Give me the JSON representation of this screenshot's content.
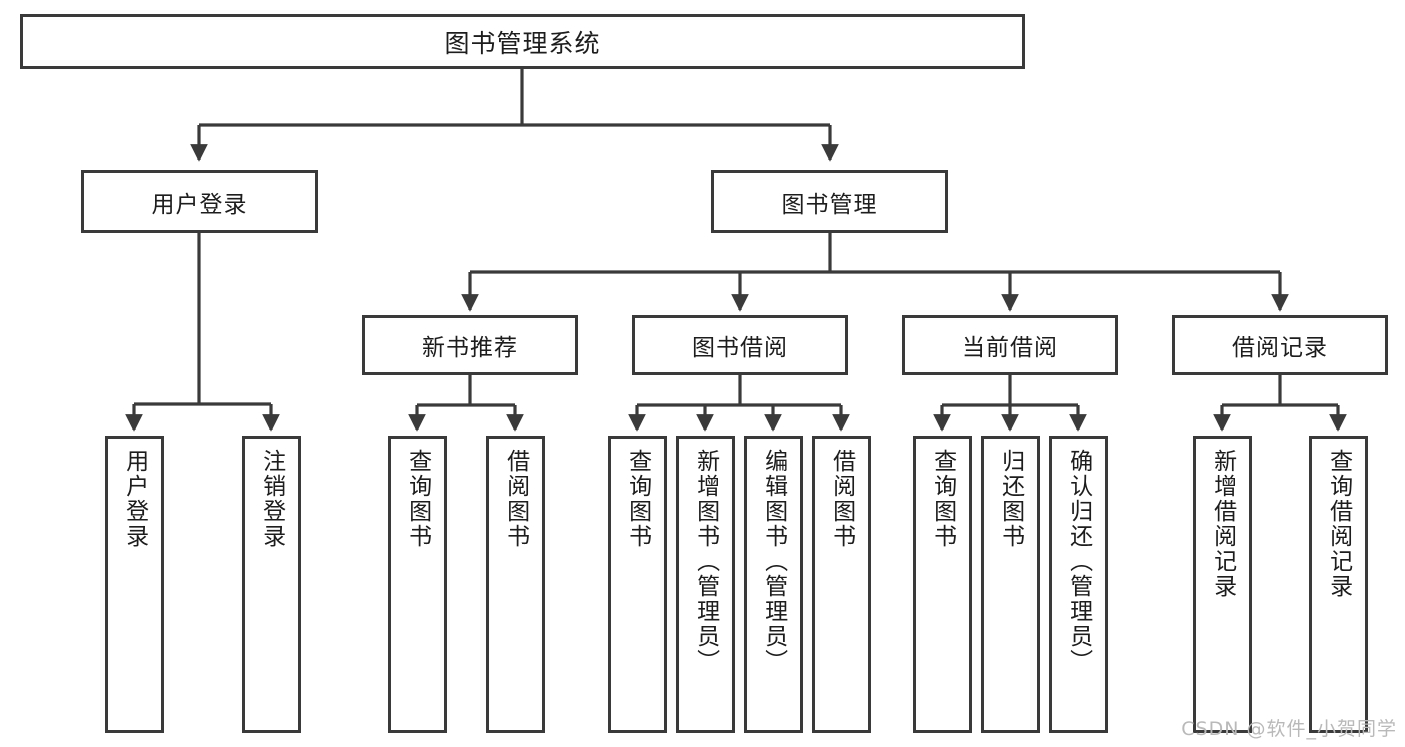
{
  "diagram": {
    "title": "图书管理系统",
    "type": "tree-hierarchy-diagram",
    "colors": {
      "stroke": "#3a3a3a",
      "fill": "#ffffff",
      "text": "#1d1d1d",
      "watermark": "#b9b9b9"
    }
  },
  "nodes": {
    "root": {
      "label": "图书管理系统"
    },
    "level2": [
      {
        "label": "用户登录"
      },
      {
        "label": "图书管理"
      }
    ],
    "level3": [
      {
        "label": "新书推荐"
      },
      {
        "label": "图书借阅"
      },
      {
        "label": "当前借阅"
      },
      {
        "label": "借阅记录"
      }
    ],
    "leaves": {
      "user_login": [
        {
          "label": "用户登录"
        },
        {
          "label": "注销登录"
        }
      ],
      "new_book_recommend": [
        {
          "label": "查询图书"
        },
        {
          "label": "借阅图书"
        }
      ],
      "book_borrow": [
        {
          "label": "查询图书"
        },
        {
          "label": "新增图书（管理员）"
        },
        {
          "label": "编辑图书（管理员）"
        },
        {
          "label": "借阅图书"
        }
      ],
      "current_borrow": [
        {
          "label": "查询图书"
        },
        {
          "label": "归还图书"
        },
        {
          "label": "确认归还（管理员）"
        }
      ],
      "borrow_record": [
        {
          "label": "新增借阅记录"
        },
        {
          "label": "查询借阅记录"
        }
      ]
    }
  },
  "watermark": {
    "text": "CSDN @软件_小贺同学"
  }
}
